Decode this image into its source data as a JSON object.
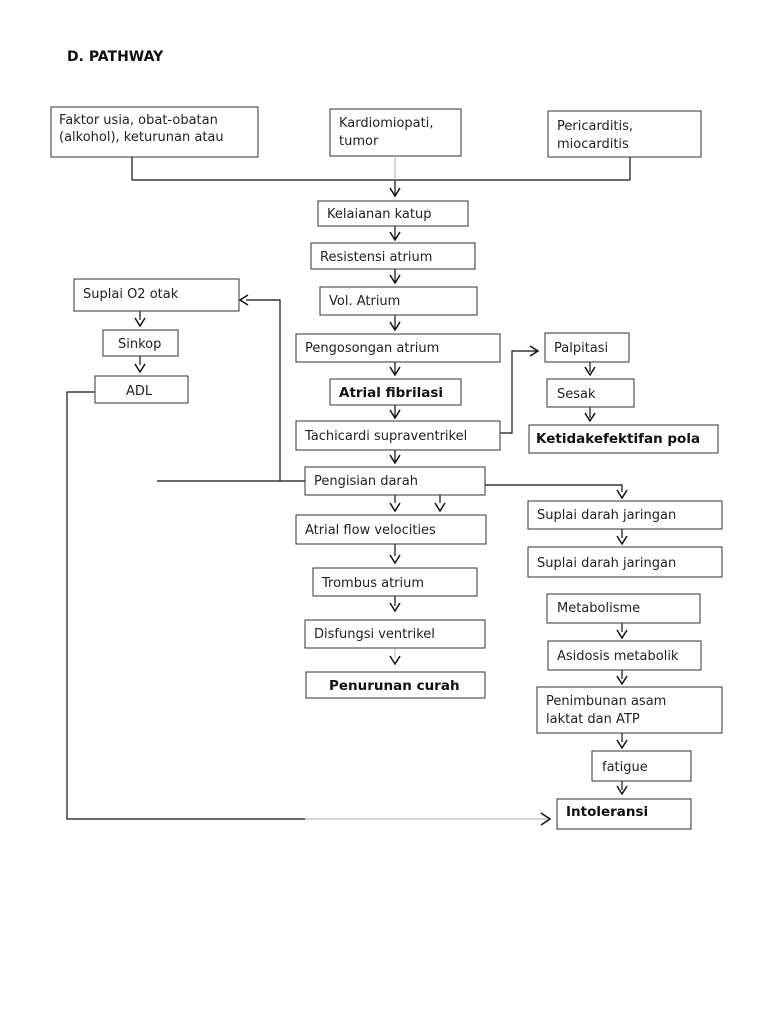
{
  "heading": "D. PATHWAY",
  "nodes": {
    "faktor_usia": {
      "lines": [
        "Faktor usia, obat-obatan",
        "(alkohol), keturunan atau",
        ""
      ]
    },
    "kardiomiopati": {
      "lines": [
        "Kardiomiopati,",
        "tumor"
      ]
    },
    "pericarditis": {
      "lines": [
        "Pericarditis,",
        "miocarditis"
      ]
    },
    "kelaianan_katup": {
      "lines": [
        "Kelaianan katup"
      ]
    },
    "resistensi_atrium": {
      "lines": [
        "Resistensi atrium"
      ]
    },
    "vol_atrium": {
      "lines": [
        "Vol. Atrium"
      ]
    },
    "pengosongan_atrium": {
      "lines": [
        "Pengosongan atrium"
      ]
    },
    "atrial_fibrilasi": {
      "lines": [
        "Atrial fibrilasi"
      ]
    },
    "tachicardi": {
      "lines": [
        "Tachicardi supraventrikel"
      ]
    },
    "pengisian_darah": {
      "lines": [
        "Pengisian darah"
      ]
    },
    "atrial_flow": {
      "lines": [
        "Atrial flow velocities"
      ]
    },
    "trombus_atrium": {
      "lines": [
        "Trombus atrium"
      ]
    },
    "disfungsi_ventrikel": {
      "lines": [
        "Disfungsi ventrikel"
      ]
    },
    "penurunan_curah": {
      "lines": [
        "Penurunan curah"
      ]
    },
    "suplai_o2_otak": {
      "lines": [
        "Suplai O2 otak"
      ]
    },
    "sinkop": {
      "lines": [
        "Sinkop"
      ]
    },
    "adl": {
      "lines": [
        "ADL"
      ]
    },
    "palpitasi": {
      "lines": [
        "Palpitasi"
      ]
    },
    "sesak": {
      "lines": [
        "Sesak"
      ]
    },
    "ketidakefektifan_pola": {
      "lines": [
        "Ketidakefektifan pola"
      ]
    },
    "suplai_darah_jaringan_1": {
      "lines": [
        "Suplai darah jaringan"
      ]
    },
    "suplai_darah_jaringan_2": {
      "lines": [
        "Suplai darah jaringan"
      ]
    },
    "metabolisme": {
      "lines": [
        "Metabolisme"
      ]
    },
    "asidosis_metabolik": {
      "lines": [
        "Asidosis metabolik"
      ]
    },
    "penimbunan_asam": {
      "lines": [
        "Penimbunan asam",
        "laktat dan ATP"
      ]
    },
    "fatigue": {
      "lines": [
        "fatigue"
      ]
    },
    "intoleransi": {
      "lines": [
        "Intoleransi"
      ]
    }
  }
}
